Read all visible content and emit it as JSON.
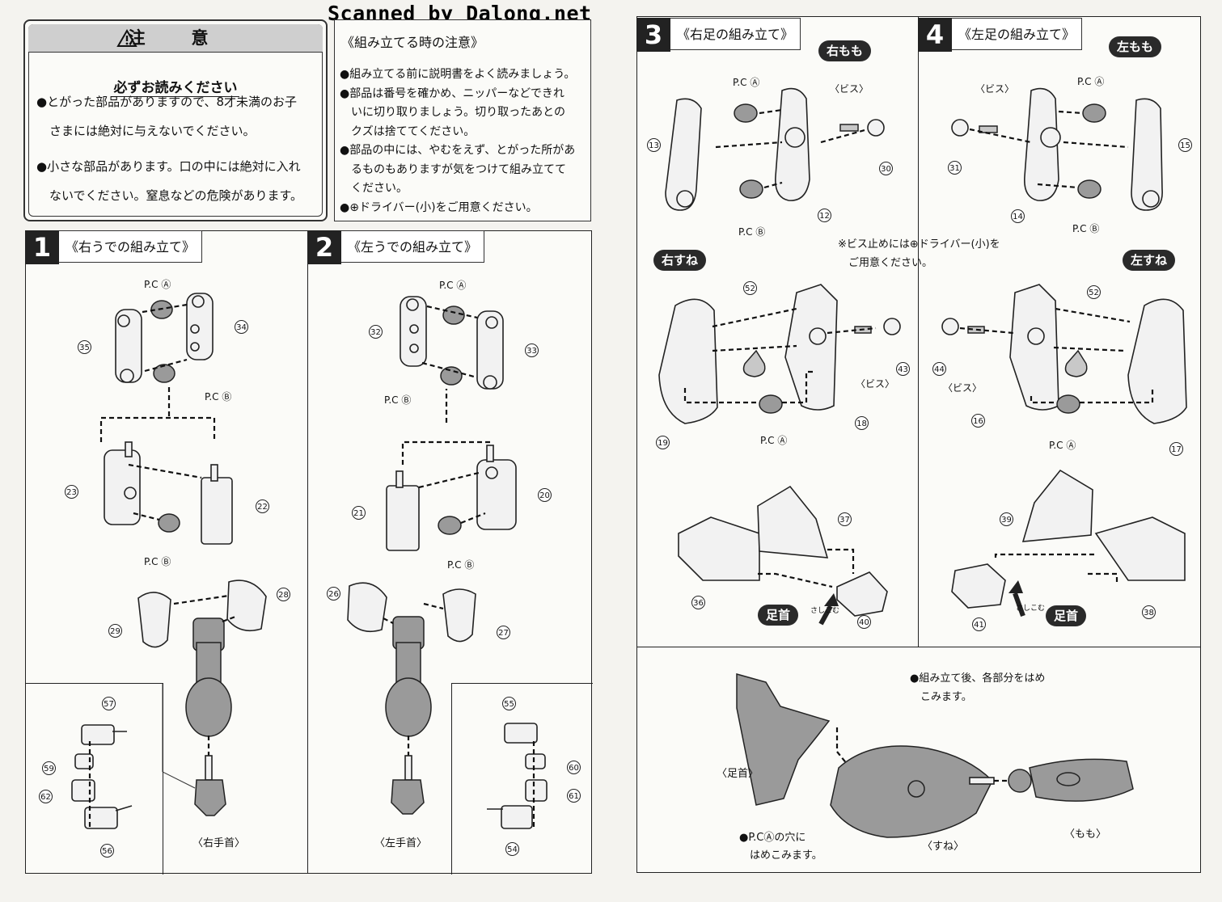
{
  "watermark": "Scanned by Dalong.net",
  "caution": {
    "title": "注　意",
    "subtitle": "必ずお読みください",
    "p1_line1": "●とがった部品がありますので、8才未満のお子",
    "p1_line2": "さまには絶対に与えないでください。",
    "p2_line1": "●小さな部品があります。口の中には絶対に入れ",
    "p2_line2": "ないでください。窒息などの危険があります。"
  },
  "assembly_notes": {
    "title": "《組み立てる時の注意》",
    "lines": [
      "●組み立てる前に説明書をよく読みましょう。",
      "●部品は番号を確かめ、ニッパーなどできれ",
      "いに切り取りましょう。切り取ったあとの",
      "クズは捨ててください。",
      "●部品の中には、やむをえず、とがった所があ",
      "るものもありますが気をつけて組み立てて",
      "ください。",
      "●⊕ドライバー(小)をご用意ください。"
    ]
  },
  "steps": [
    {
      "num": "1",
      "title": "《右うでの組み立て》"
    },
    {
      "num": "2",
      "title": "《左うでの組み立て》"
    },
    {
      "num": "3",
      "title": "《右足の組み立て》"
    },
    {
      "num": "4",
      "title": "《左足の組み立て》"
    }
  ],
  "labels": {
    "pca": "P.C Ⓐ",
    "pcb": "P.C Ⓑ",
    "bis": "〈ビス〉",
    "right_hand": "〈右手首〉",
    "left_hand": "〈左手首〉",
    "right_thigh": "右もも",
    "left_thigh": "左もも",
    "right_shin": "右すね",
    "left_shin": "左すね",
    "ankle": "足首",
    "push_label": "さしこむ",
    "screw_note_1": "※ビス止めには⊕ドライバー(小)を",
    "screw_note_2": "ご用意ください。",
    "final_note_1": "●組み立て後、各部分をはめ",
    "final_note_2": "こみます。",
    "final_ankle": "〈足首〉",
    "final_shin": "〈すね〉",
    "final_thigh": "〈もも〉",
    "final_pc_1": "●P.CⒶの穴に",
    "final_pc_2": "はめこみます。"
  },
  "part_numbers": {
    "s1": [
      "34",
      "35",
      "22",
      "23",
      "28",
      "29",
      "57",
      "59",
      "62",
      "56"
    ],
    "s2": [
      "32",
      "33",
      "20",
      "21",
      "26",
      "27",
      "55",
      "60",
      "61",
      "54"
    ],
    "s3": [
      "13",
      "30",
      "12",
      "52",
      "43",
      "19",
      "18",
      "37",
      "36",
      "40"
    ],
    "s4": [
      "15",
      "31",
      "14",
      "52",
      "44",
      "16",
      "17",
      "39",
      "38",
      "41"
    ]
  }
}
